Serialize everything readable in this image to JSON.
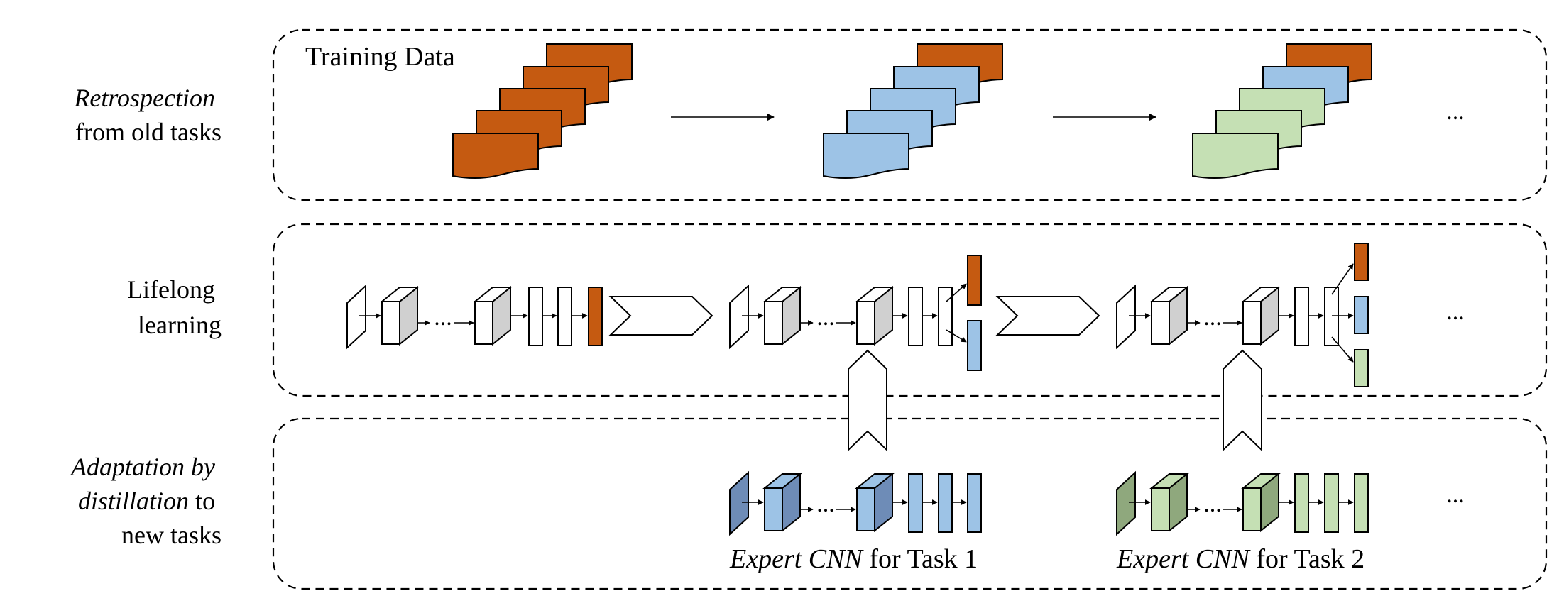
{
  "colors": {
    "orange": "#c55a11",
    "blue_light": "#9dc3e6",
    "blue_dark": "#6e8cb7",
    "blue_mid": "#7f9fc6",
    "green_light": "#c5e0b4",
    "green_dark": "#8fa87d",
    "gray_side": "#d0d0d0"
  },
  "rows": {
    "retrospection": {
      "label_italic": "Retrospection",
      "label_rest": "from old tasks"
    },
    "lifelong": {
      "label_line1": "Lifelong",
      "label_line2": "learning"
    },
    "adaptation": {
      "label_line1_italic": "Adaptation by",
      "label_line2_italic": "distillation",
      "label_line2_rest": " to",
      "label_line3": "new tasks"
    }
  },
  "training_data_label": "Training Data",
  "ellipsis": "...",
  "small_ellipsis": "...",
  "experts": [
    {
      "italic": "Expert CNN",
      "rest": " for Task 1"
    },
    {
      "italic": "Expert CNN",
      "rest": " for Task 2"
    }
  ]
}
